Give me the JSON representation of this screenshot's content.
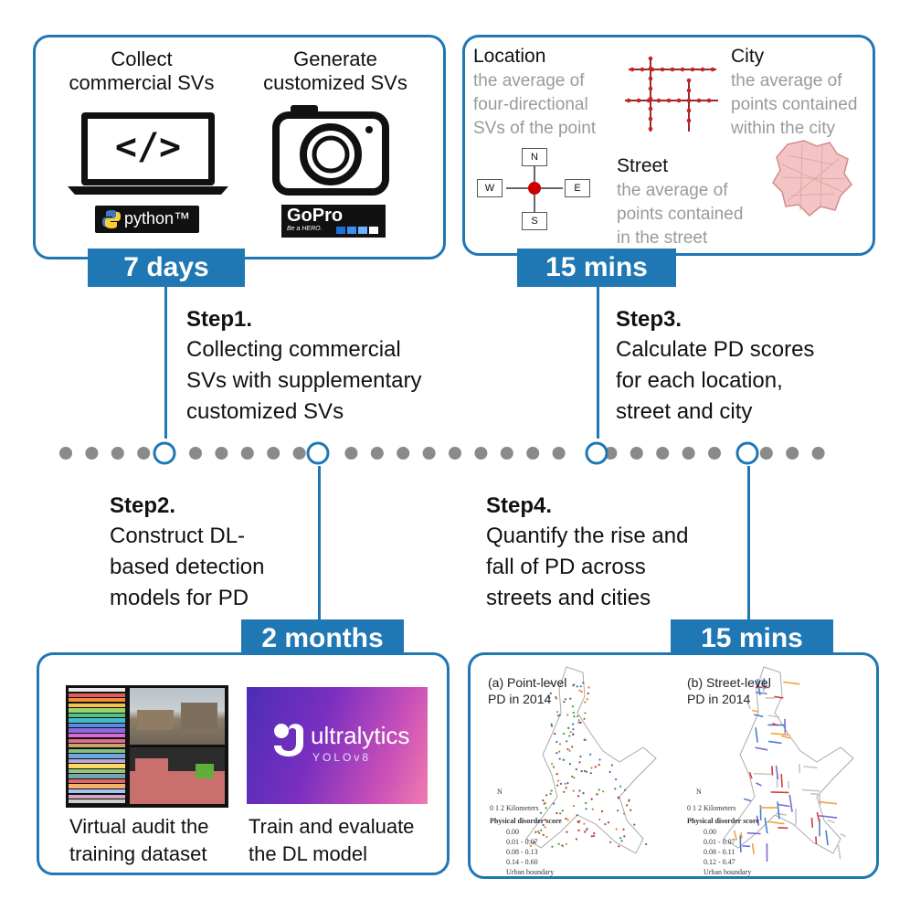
{
  "box1": {
    "collect_label": "Collect\ncommercial SVs",
    "generate_label": "Generate\ncustomized SVs",
    "code_glyph": "</>",
    "python_logo": "python™",
    "gopro_logo": "GoPro",
    "gopro_tagline": "Be a HERO.",
    "duration": "7 days"
  },
  "box2": {
    "location_title": "Location",
    "location_desc": "the average of\nfour-directional\nSVs of the point",
    "city_title": "City",
    "city_desc": "the average of\npoints contained\nwithin the city",
    "street_title": "Street",
    "street_desc": "the average of\npoints contained\nin the street",
    "dirs": {
      "n": "N",
      "s": "S",
      "e": "E",
      "w": "W"
    },
    "duration": "15 mins"
  },
  "step1": {
    "title": "Step1.",
    "text": "Collecting commercial\nSVs with supplementary\ncustomized SVs"
  },
  "step3": {
    "title": "Step3.",
    "text": "Calculate PD scores\nfor each location,\nstreet and city"
  },
  "step2": {
    "title": "Step2.",
    "text": "Construct DL-\nbased detection\nmodels for PD"
  },
  "step4": {
    "title": "Step4.",
    "text": "Quantify the rise and\nfall of PD across\nstreets and cities"
  },
  "box3": {
    "duration": "2 months",
    "ultra_brand": "ultralytics",
    "ultra_model": "YOLOv8",
    "caption_left": "Virtual audit the\ntraining dataset",
    "caption_right": "Train and evaluate\nthe DL model"
  },
  "box4": {
    "duration": "15 mins",
    "map_a_title": "(a) Point-level\nPD in 2014",
    "map_b_title": "(b) Street-level\nPD in 2014",
    "scale_label": "0  1  2 Kilometers",
    "legend_title": "Physical disorder score",
    "legend_a": [
      "0.00",
      "0.01 - 0.07",
      "0.08 - 0.13",
      "0.14 - 0.60",
      "Urban boundary"
    ],
    "legend_b": [
      "0.00",
      "0.01 - 0.07",
      "0.08 - 0.11",
      "0.12 - 0.47",
      "Urban boundary"
    ],
    "north": "N"
  },
  "colors": {
    "accent": "#1f77b4",
    "dots": "#8a8a8a",
    "red": "#d21f1f"
  }
}
